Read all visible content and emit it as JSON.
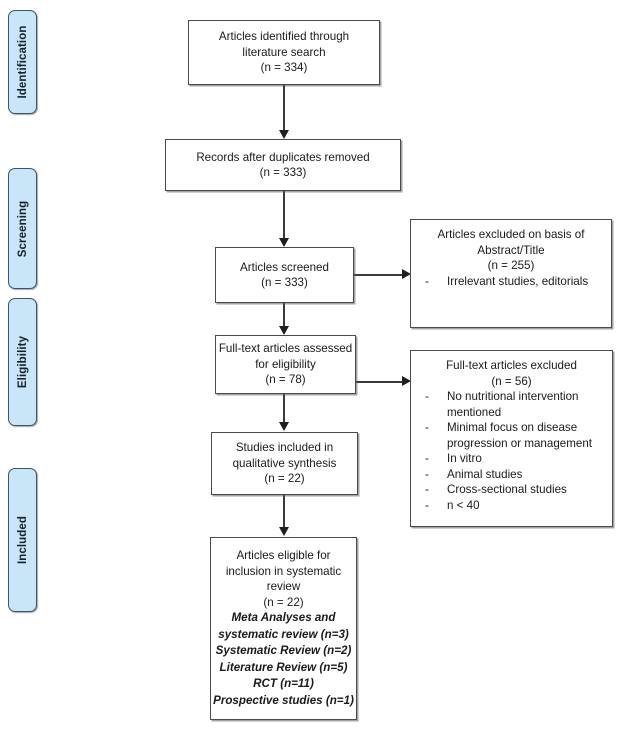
{
  "diagram": {
    "title": "PRISMA study selection flow diagram",
    "type": "flowchart",
    "stages": [
      {
        "id": "identification",
        "label": "Identification"
      },
      {
        "id": "screening",
        "label": "Screening"
      },
      {
        "id": "eligibility",
        "label": "Eligibility"
      },
      {
        "id": "included",
        "label": "Included"
      }
    ],
    "colors": {
      "stage_fill": "#c9e5f8",
      "stage_border": "#3b5668",
      "box_border": "#4a4a4a",
      "connector": "#3b3b3b",
      "background": "#ffffff"
    },
    "boxes": {
      "identified": {
        "lines": [
          "Articles identified through",
          "literature search",
          "(n = 334)"
        ],
        "count": 334
      },
      "duplicates_removed": {
        "lines": [
          "Records after duplicates removed",
          "(n = 333)"
        ],
        "count": 333
      },
      "screened": {
        "lines": [
          "Articles screened",
          "(n = 333)"
        ],
        "count": 333
      },
      "excluded_abstract": {
        "lines": [
          "Articles excluded on basis of",
          "Abstract/Title",
          "(n = 255)"
        ],
        "count": 255,
        "bullets": [
          "Irrelevant studies, editorials"
        ]
      },
      "fulltext_assessed": {
        "lines": [
          "Full-text articles assessed",
          "for eligibility",
          "(n = 78)"
        ],
        "count": 78
      },
      "fulltext_excluded": {
        "lines": [
          "Full-text articles excluded",
          "(n = 56)"
        ],
        "count": 56,
        "bullets": [
          "No nutritional intervention mentioned",
          "Minimal focus on disease progression or management",
          "In vitro",
          "Animal studies",
          "Cross-sectional studies",
          "n < 40"
        ]
      },
      "qualitative_synthesis": {
        "lines": [
          "Studies included in",
          "qualitative synthesis",
          "(n = 22)"
        ],
        "count": 22
      },
      "eligible_inclusion": {
        "lines": [
          "Articles eligible for",
          "inclusion in systematic",
          "review",
          "(n = 22)"
        ],
        "count": 22,
        "breakdown": [
          "Meta Analyses and",
          "systematic review (n=3)",
          "Systematic Review (n=2)",
          "Literature Review (n=5)",
          "RCT (n=11)",
          "Prospective studies (n=1)"
        ]
      }
    },
    "bullet_marker": "-"
  }
}
